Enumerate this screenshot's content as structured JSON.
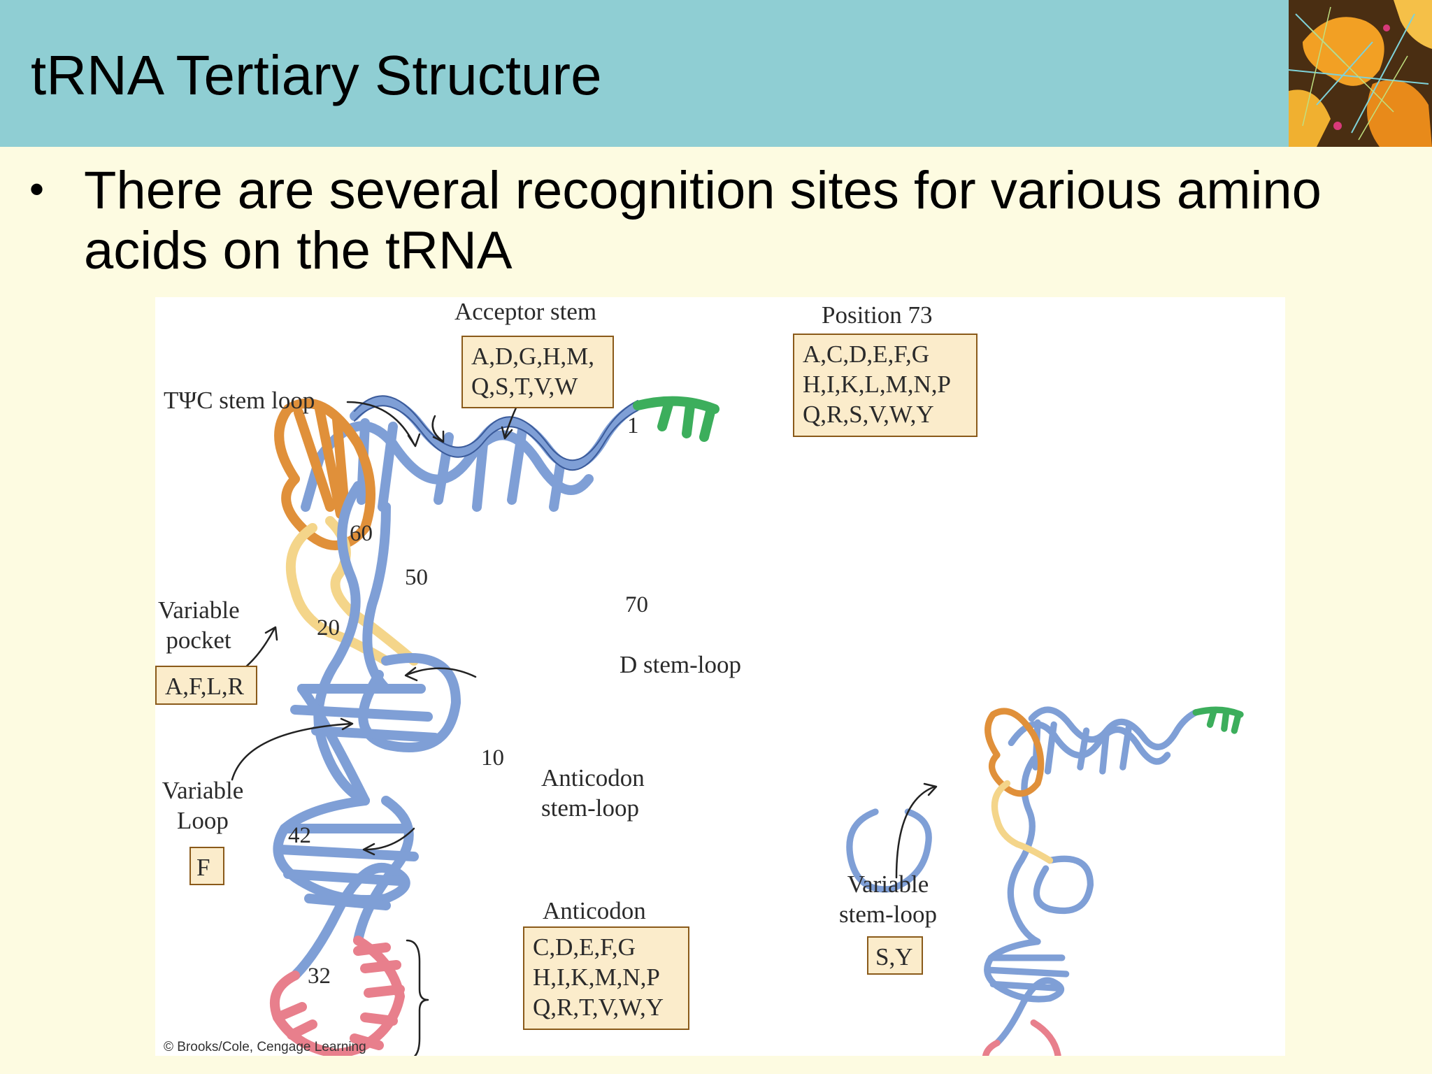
{
  "slide": {
    "title": "tRNA Tertiary Structure",
    "bullet": "There are several recognition sites for various amino acids on the tRNA"
  },
  "colors": {
    "header": "#8fced3",
    "background": "#fdfbe1",
    "strand_blue": "#7f9fd6",
    "tpsic_loop": "#e0903a",
    "d_loop": "#f4d58a",
    "anticodon_loop": "#e87f8c",
    "acceptor_end": "#3cae5c",
    "box_fill": "#fbeccb"
  },
  "figure": {
    "labels": {
      "acceptor_stem": "Acceptor stem",
      "position_73": "Position 73",
      "tpsic": "TΨC stem loop",
      "variable_pocket_1": "Variable",
      "variable_pocket_2": "pocket",
      "d_stem_loop": "D stem-loop",
      "variable_loop_1": "Variable",
      "variable_loop_2": "Loop",
      "anticodon_stem_loop_1": "Anticodon",
      "anticodon_stem_loop_2": "stem-loop",
      "anticodon": "Anticodon",
      "variable_stem_loop_1": "Variable",
      "variable_stem_loop_2": "stem-loop"
    },
    "boxes": {
      "acceptor_stem": [
        "A,D,G,H,M,",
        "Q,S,T,V,W"
      ],
      "position_73": [
        "A,C,D,E,F,G",
        "H,I,K,L,M,N,P",
        "Q,R,S,V,W,Y"
      ],
      "variable_pocket": [
        "A,F,L,R"
      ],
      "variable_loop": [
        "F"
      ],
      "anticodon": [
        "C,D,E,F,G",
        "H,I,K,M,N,P",
        "Q,R,T,V,W,Y"
      ],
      "variable_stem_loop": [
        "S,Y"
      ]
    },
    "numbers": {
      "n1": "1",
      "n60": "60",
      "n50": "50",
      "n70": "70",
      "n20": "20",
      "n10": "10",
      "n42": "42",
      "n32": "32"
    },
    "copyright": "© Brooks/Cole, Cengage Learning"
  }
}
